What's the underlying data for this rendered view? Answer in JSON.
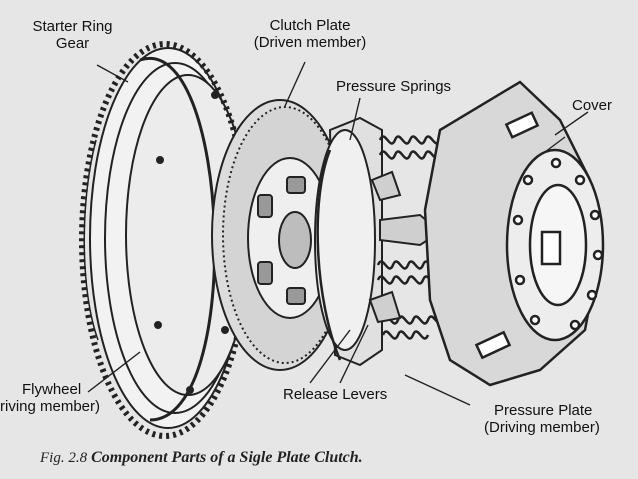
{
  "labels": {
    "starter_ring_gear": [
      "Starter Ring",
      "Gear"
    ],
    "clutch_plate": [
      "Clutch Plate",
      "(Driven member)"
    ],
    "pressure_springs": "Pressure Springs",
    "cover": "Cover",
    "flywheel": [
      "Flywheel",
      "riving member)"
    ],
    "release_levers": "Release Levers",
    "pressure_plate": [
      "Pressure Plate",
      "(Driving member)"
    ]
  },
  "caption": {
    "figure_number": "Fig. 2.8",
    "text": "Component Parts of a Sigle Plate Clutch."
  }
}
